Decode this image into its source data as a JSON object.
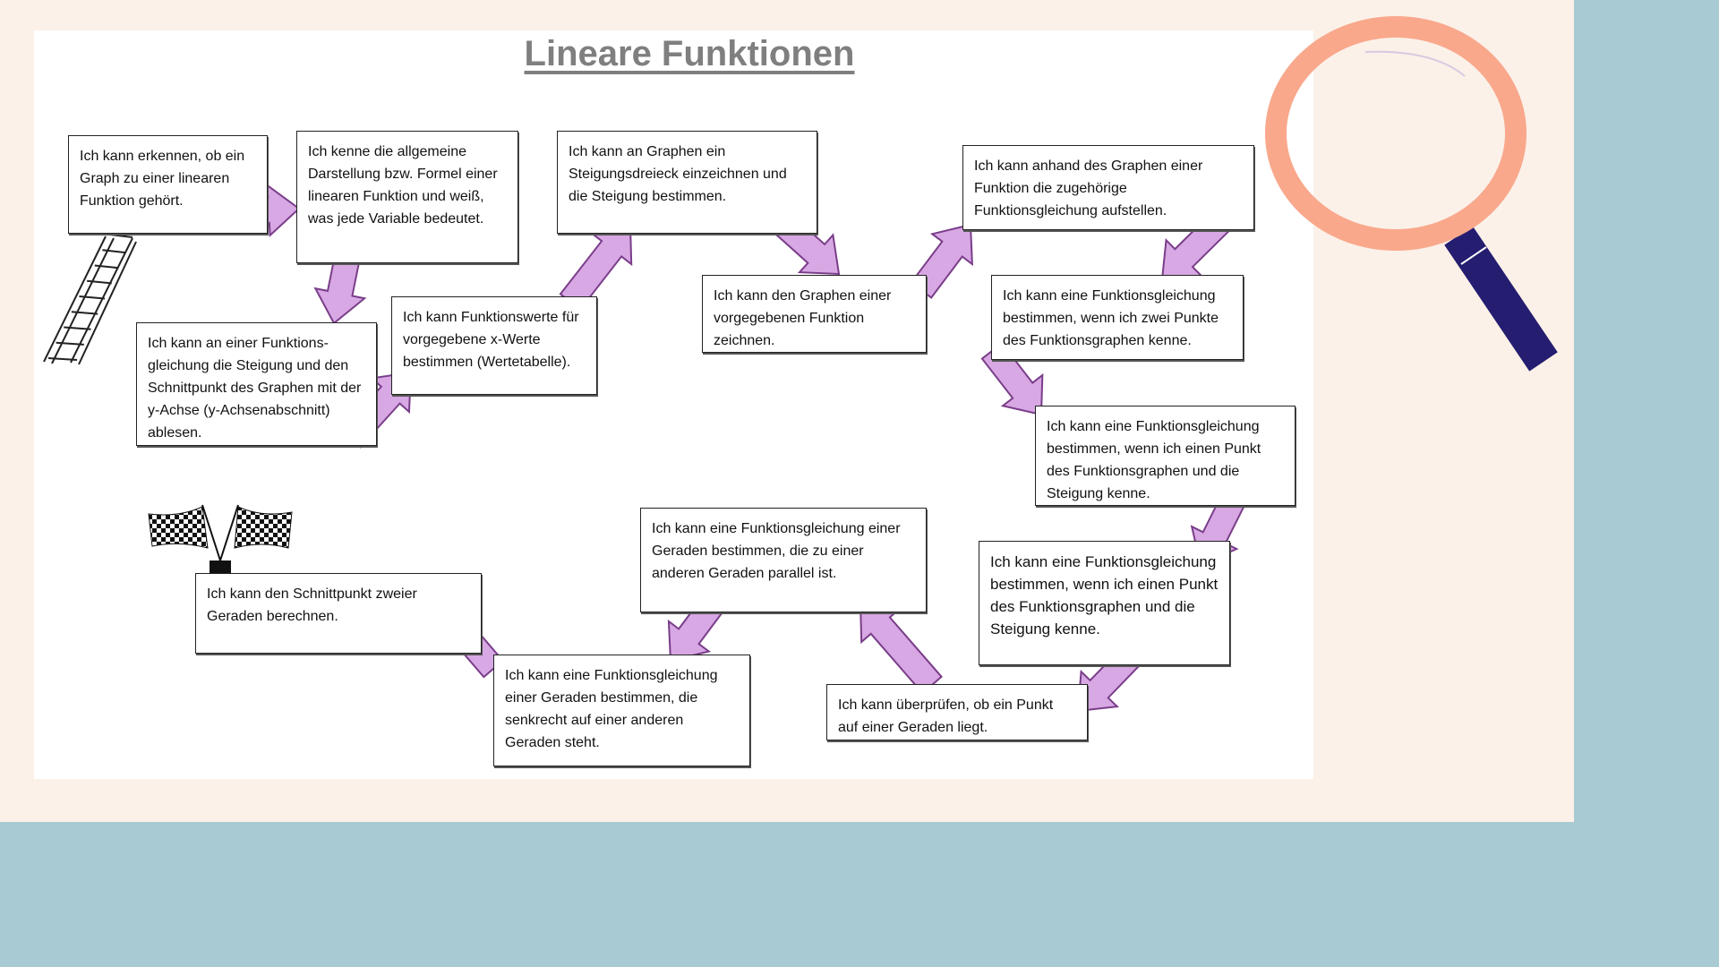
{
  "title": "Lineare Funktionen",
  "colors": {
    "arrow_fill": "#d7a8e3",
    "arrow_stroke": "#7a3d8a",
    "lens_ring": "#f9a88c",
    "handle": "#251d70",
    "background": "#a8cad3",
    "slide": "#fbf1e9"
  },
  "steps": [
    "Ich kann erkennen, ob ein Graph zu einer linearen Funktion gehört.",
    "Ich kenne die allgemeine Darstellung bzw. Formel einer linearen Funktion und weiß, was jede Variable bedeutet.",
    "Ich kann an einer Funktions-gleichung die Steigung und den Schnittpunkt des Graphen mit der y-Achse (y-Achsenabschnitt) ablesen.",
    "Ich kann Funktionswerte für vorgegebene x-Werte bestimmen (Wertetabelle).",
    "Ich kann an Graphen ein Steigungsdreieck einzeichnen und die Steigung bestimmen.",
    "Ich kann den Graphen einer vorgegebenen Funktion zeichnen.",
    "Ich kann anhand des Graphen einer Funktion die zugehörige Funktionsgleichung aufstellen.",
    "Ich kann eine Funktionsgleichung bestimmen, wenn ich zwei Punkte des Funktionsgraphen kenne.",
    "Ich kann eine Funktionsgleichung bestimmen, wenn ich einen Punkt des Funktionsgraphen und die Steigung kenne.",
    "Ich kann eine Funktionsgleichung bestimmen, wenn ich einen Punkt des Funktionsgraphen und die Steigung kenne.",
    "Ich kann überprüfen, ob ein Punkt auf einer Geraden liegt.",
    "Ich kann eine Funktionsgleichung einer Geraden bestimmen, die zu einer anderen Geraden parallel ist.",
    "Ich kann eine Funktionsgleichung einer Geraden bestimmen, die senkrecht auf einer anderen Geraden steht.",
    "Ich kann den Schnittpunkt zweier Geraden berechnen."
  ]
}
